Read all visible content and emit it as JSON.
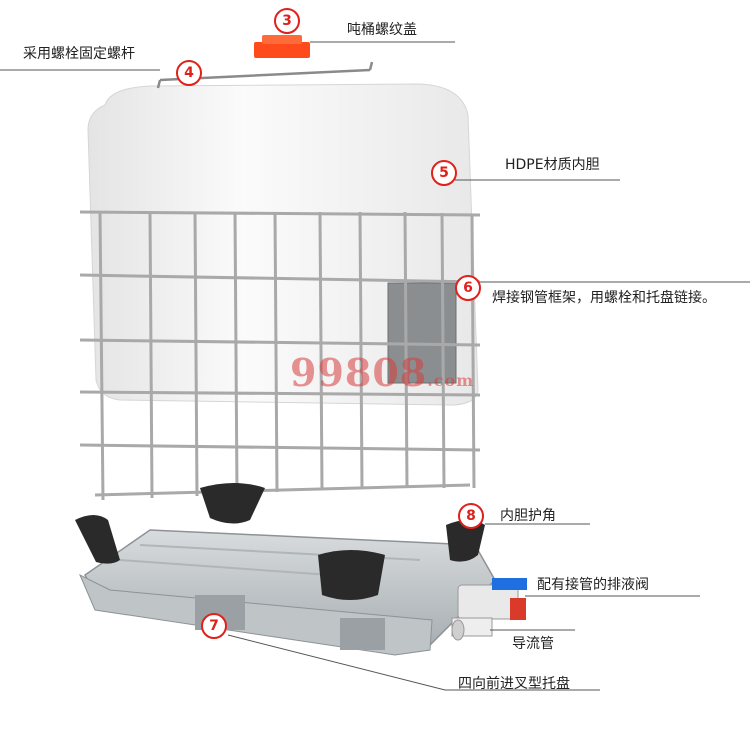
{
  "labels": {
    "l3": "吨桶螺纹盖",
    "l4": "采用螺栓固定螺杆",
    "l5": "HDPE材质内胆",
    "l6": "焊接钢管框架，用螺栓和托盘链接。",
    "l8": "内胆护角",
    "valve": "配有接管的排液阀",
    "tube": "导流管",
    "l7": "四向前进叉型托盘"
  },
  "markers": {
    "m3": "3",
    "m4": "4",
    "m5": "5",
    "m6": "6",
    "m7": "7",
    "m8": "8"
  },
  "watermark": {
    "main": "99808",
    "suffix": ".com"
  },
  "colors": {
    "marker": "#e0201b",
    "cap": "#ff4a1c",
    "tank": "#f2f2f2",
    "frame": "#a9a9a9",
    "pallet": "#c4c9cc",
    "corner": "#2a2a2a",
    "valve_handle": "#1f6fe0"
  }
}
